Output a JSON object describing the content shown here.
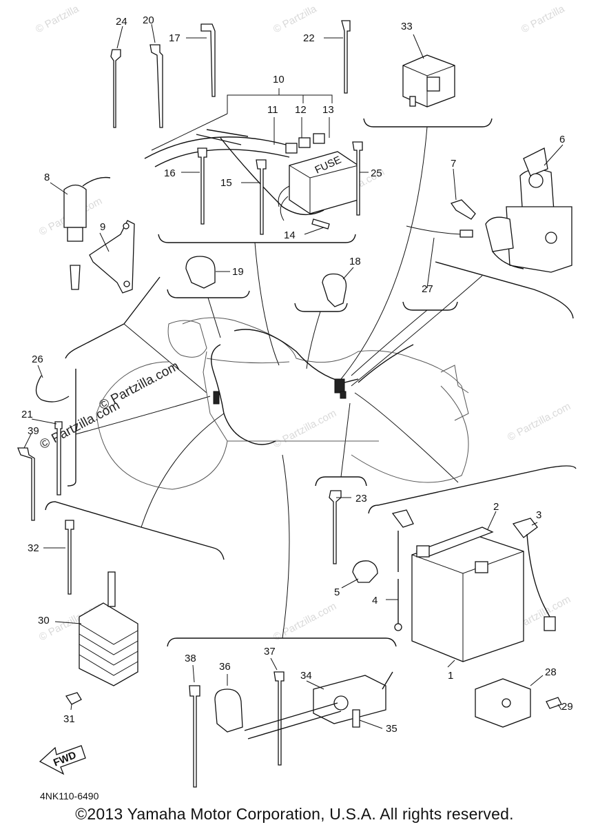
{
  "diagram": {
    "callouts": [
      "1",
      "2",
      "3",
      "4",
      "5",
      "6",
      "7",
      "8",
      "9",
      "10",
      "11",
      "12",
      "13",
      "14",
      "15",
      "16",
      "17",
      "18",
      "19",
      "20",
      "21",
      "22",
      "23",
      "24",
      "25",
      "26",
      "27",
      "28",
      "29",
      "30",
      "31",
      "32",
      "33",
      "34",
      "35",
      "36",
      "37",
      "38",
      "39"
    ],
    "fuse_label": "FUSE",
    "fwd_label": "FWD",
    "watermark": "© Partzilla.com",
    "watermark_short": "© Partzilla",
    "diagram_code": "4NK110-6490"
  },
  "footer": {
    "copyright": "©2013 Yamaha Motor Corporation, U.S.A. All rights reserved."
  }
}
